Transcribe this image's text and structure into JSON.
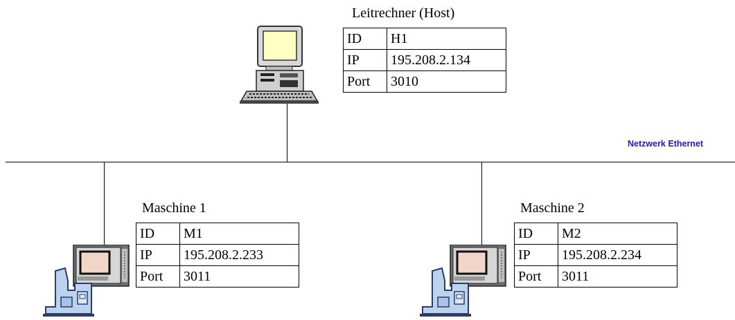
{
  "network": {
    "label": "Netzwerk Ethernet",
    "label_color": "#1a1acc"
  },
  "host": {
    "title": "Leitrechner (Host)",
    "rows": [
      {
        "key": "ID",
        "value": "H1"
      },
      {
        "key": "IP",
        "value": "195.208.2.134"
      },
      {
        "key": "Port",
        "value": "3010"
      }
    ],
    "icon": "desktop-computer-icon"
  },
  "machines": [
    {
      "title": "Maschine 1",
      "rows": [
        {
          "key": "ID",
          "value": "M1"
        },
        {
          "key": "IP",
          "value": "195.208.2.233"
        },
        {
          "key": "Port",
          "value": "3011"
        }
      ],
      "icon": "cnc-machine-icon"
    },
    {
      "title": "Maschine 2",
      "rows": [
        {
          "key": "ID",
          "value": "M2"
        },
        {
          "key": "IP",
          "value": "195.208.2.234"
        },
        {
          "key": "Port",
          "value": "3011"
        }
      ],
      "icon": "cnc-machine-icon"
    }
  ]
}
